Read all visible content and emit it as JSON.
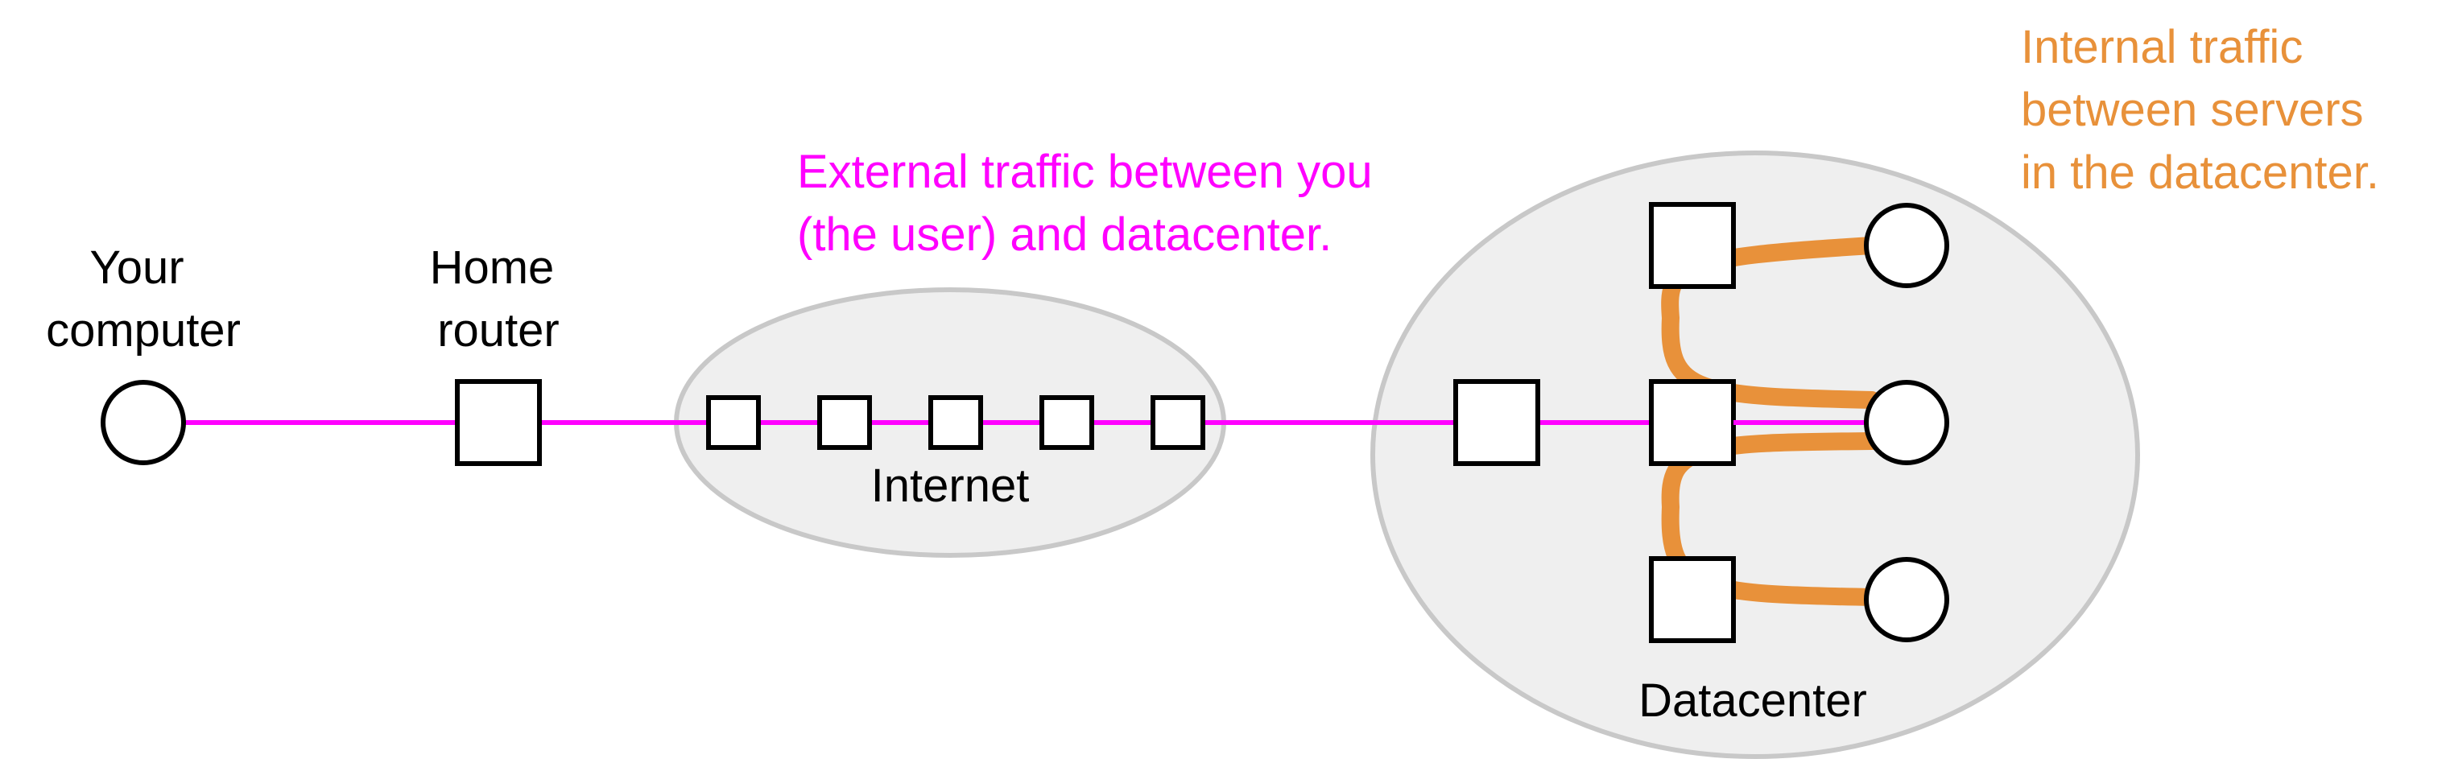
{
  "colors": {
    "external_traffic": "#ff00ff",
    "internal_traffic": "#e8913a",
    "region_fill": "#efefef",
    "region_stroke": "#c8c8c8",
    "node_stroke": "#000000",
    "text": "#000000"
  },
  "labels": {
    "your_computer": [
      "Your",
      "computer"
    ],
    "home_router": [
      "Home",
      "router"
    ],
    "internet": "Internet",
    "datacenter": "Datacenter",
    "external_traffic": [
      "External traffic between you",
      "(the user) and datacenter."
    ],
    "internal_traffic": [
      "Internal traffic",
      "between servers",
      "in the datacenter."
    ]
  },
  "icons": {
    "computer": "circle-icon",
    "router": "square-icon",
    "switch": "square-icon",
    "server": "circle-icon"
  }
}
